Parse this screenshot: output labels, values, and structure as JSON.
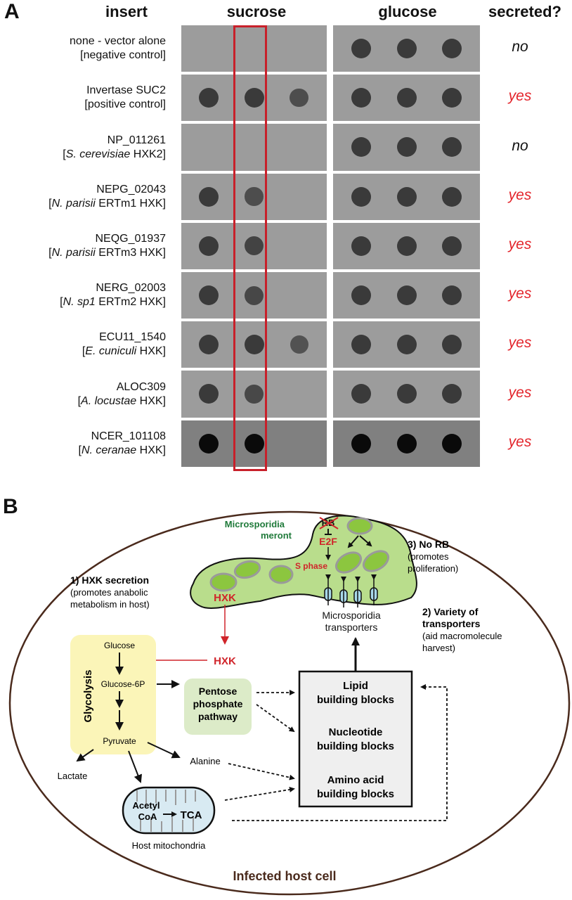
{
  "panel_a": {
    "letter": "A",
    "headers": {
      "insert": "insert",
      "sucrose": "sucrose",
      "glucose": "glucose",
      "secreted": "secreted?"
    },
    "rows": [
      {
        "id": "none - vector alone",
        "desc_pre": "[negative control]",
        "desc_it": "",
        "desc_post": "",
        "secreted": "no",
        "sucrose_spots": [
          0,
          0,
          0
        ],
        "glucose_spots": [
          1,
          1,
          1
        ],
        "dark": false
      },
      {
        "id": "Invertase SUC2",
        "desc_pre": "[positive control]",
        "desc_it": "",
        "desc_post": "",
        "secreted": "yes",
        "sucrose_spots": [
          1,
          1,
          0.6
        ],
        "glucose_spots": [
          1,
          1,
          1
        ],
        "dark": false
      },
      {
        "id": "NP_011261",
        "desc_pre": "[",
        "desc_it": "S. cerevisiae",
        "desc_post": " HXK2]",
        "secreted": "no",
        "sucrose_spots": [
          0,
          0,
          0
        ],
        "glucose_spots": [
          1,
          1,
          1
        ],
        "dark": false
      },
      {
        "id": "NEPG_02043",
        "desc_pre": "[",
        "desc_it": "N. parisii",
        "desc_post": " ERTm1 HXK]",
        "secreted": "yes",
        "sucrose_spots": [
          1,
          0.6,
          0
        ],
        "glucose_spots": [
          1,
          1,
          1
        ],
        "dark": false
      },
      {
        "id": "NEQG_01937",
        "desc_pre": "[",
        "desc_it": "N. parisii",
        "desc_post": " ERTm3 HXK]",
        "secreted": "yes",
        "sucrose_spots": [
          1,
          0.8,
          0
        ],
        "glucose_spots": [
          1,
          1,
          1
        ],
        "dark": false
      },
      {
        "id": "NERG_02003",
        "desc_pre": "[",
        "desc_it": "N. sp1",
        "desc_post": " ERTm2 HXK]",
        "secreted": "yes",
        "sucrose_spots": [
          1,
          0.75,
          0
        ],
        "glucose_spots": [
          1,
          1,
          1
        ],
        "dark": false
      },
      {
        "id": "ECU11_1540",
        "desc_pre": "[",
        "desc_it": "E. cuniculi",
        "desc_post": " HXK]",
        "secreted": "yes",
        "sucrose_spots": [
          1,
          1,
          0.5
        ],
        "glucose_spots": [
          1,
          1,
          1
        ],
        "dark": false
      },
      {
        "id": "ALOC309",
        "desc_pre": "[",
        "desc_it": "A. locustae",
        "desc_post": " HXK]",
        "secreted": "yes",
        "sucrose_spots": [
          1,
          0.7,
          0
        ],
        "glucose_spots": [
          1,
          1,
          1
        ],
        "dark": false
      },
      {
        "id": "NCER_101108",
        "desc_pre": "[",
        "desc_it": "N. ceranae",
        "desc_post": " HXK]",
        "secreted": "yes",
        "sucrose_spots": [
          1,
          1,
          0
        ],
        "glucose_spots": [
          1,
          1,
          1
        ],
        "dark": true
      }
    ],
    "colors": {
      "yes": "#e3242b",
      "no": "#111111",
      "highlight_box": "#c8202a"
    }
  },
  "panel_b": {
    "letter": "B",
    "cell_label": "Infected host cell",
    "meront_label_1": "Microsporidia",
    "meront_label_2": "meront",
    "rb": "RB",
    "e2f": "E2F",
    "s_phase": "S phase",
    "hxk_meront": "HXK",
    "hxk_host": "HXK",
    "transporters_1": "Microsporidia",
    "transporters_2": "transporters",
    "note1_title": "1) HXK secretion",
    "note1_l1": "(promotes anabolic",
    "note1_l2": "metabolism in host)",
    "note2_title_1": "2) Variety of",
    "note2_title_2": "transporters",
    "note2_l1": "(aid macromolecule",
    "note2_l2": "harvest)",
    "note3_title": "3) No RB",
    "note3_l1": "(promotes",
    "note3_l2": "proliferation)",
    "glycolysis": "Glycolysis",
    "glucose": "Glucose",
    "glucose6p": "Glucose-6P",
    "pyruvate": "Pyruvate",
    "lactate": "Lactate",
    "alanine": "Alanine",
    "ppp_1": "Pentose",
    "ppp_2": "phosphate",
    "ppp_3": "pathway",
    "bb_lipid_1": "Lipid",
    "bb_lipid_2": "building blocks",
    "bb_nuc_1": "Nucleotide",
    "bb_nuc_2": "building blocks",
    "bb_aa_1": "Amino acid",
    "bb_aa_2": "building blocks",
    "acetyl_1": "Acetyl",
    "acetyl_2": "CoA",
    "tca": "TCA",
    "mito_label": "Host mitochondria",
    "colors": {
      "cell_outline": "#4a2a1c",
      "meront_fill": "#b9dd8c",
      "nucleus_fill": "#8cc63f",
      "nucleus_ring": "#9a9a9a",
      "red": "#d0242a",
      "green_text": "#1f7a3a",
      "glycolysis_fill": "#fbf5b8",
      "ppp_fill": "#dcebc8",
      "bb_fill": "#efefef",
      "mito_fill": "#d8eaf2"
    }
  }
}
